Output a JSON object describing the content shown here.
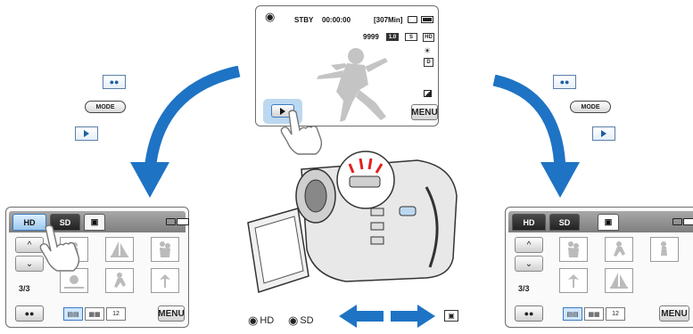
{
  "center_screen": {
    "mode": "STBY",
    "time": "00:00:00",
    "remaining": "[307Min]",
    "count": "9999",
    "menu_label": "MENU"
  },
  "left_controls": {
    "mode_label": "MODE"
  },
  "right_controls": {
    "mode_label": "MODE"
  },
  "left_screen": {
    "tabs": [
      {
        "label": "HD"
      },
      {
        "label": "SD"
      }
    ],
    "page": "3/3",
    "menu_label": "MENU",
    "view_12": "12"
  },
  "right_screen": {
    "tabs": [
      {
        "label": "HD"
      },
      {
        "label": "SD"
      }
    ],
    "page": "3/3",
    "menu_label": "MENU",
    "view_12": "12"
  },
  "bottom": {
    "hd": "HD",
    "sd": "SD"
  },
  "colors": {
    "arrow_blue": "#1e73c4",
    "highlight_blue": "#9cc8ee"
  }
}
